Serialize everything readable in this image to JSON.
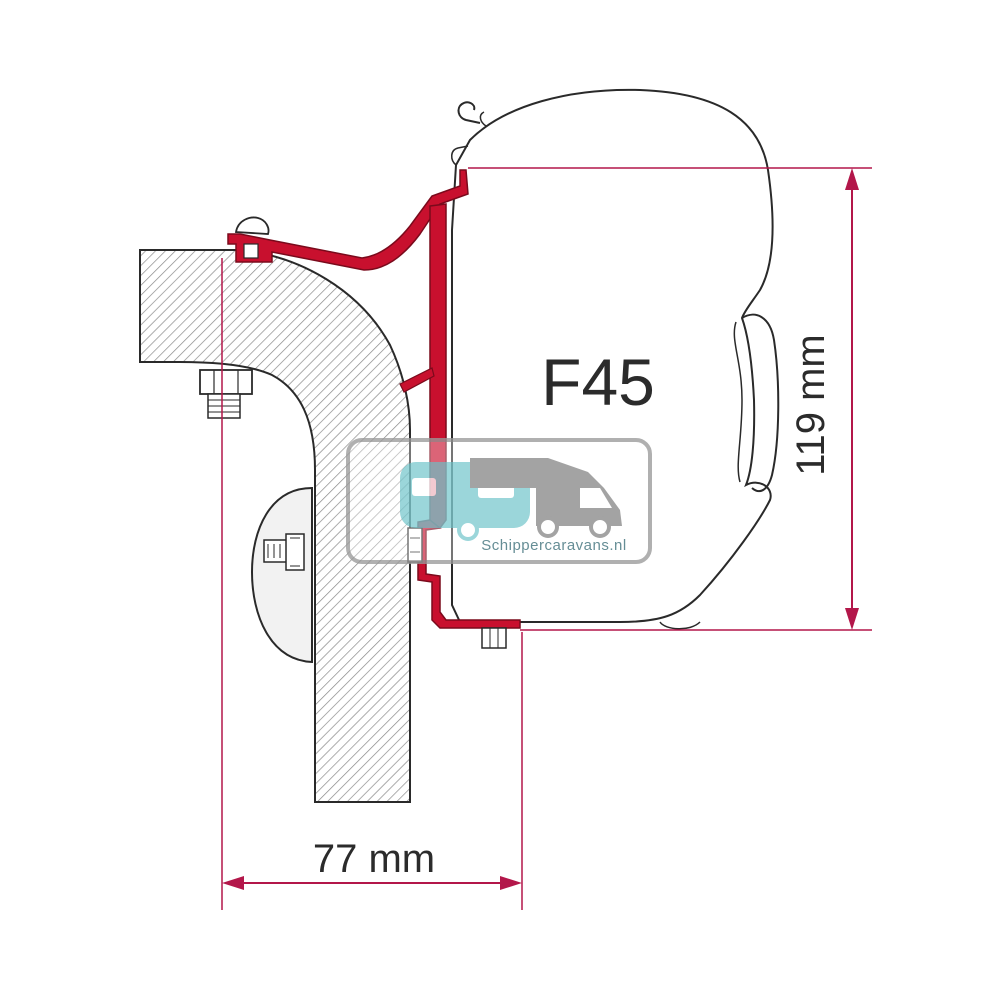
{
  "diagram": {
    "model_label": "F45",
    "height_dimension_label": "119 mm",
    "width_dimension_label": "77 mm"
  },
  "watermark": {
    "text": "Schippercaravans.nl"
  },
  "colors": {
    "bracket": "#c8102e",
    "dimension": "#b3174a",
    "outline": "#2a2a2a",
    "watermark_accent": "#7fcbd0",
    "watermark_grey": "#8a8a8a"
  }
}
